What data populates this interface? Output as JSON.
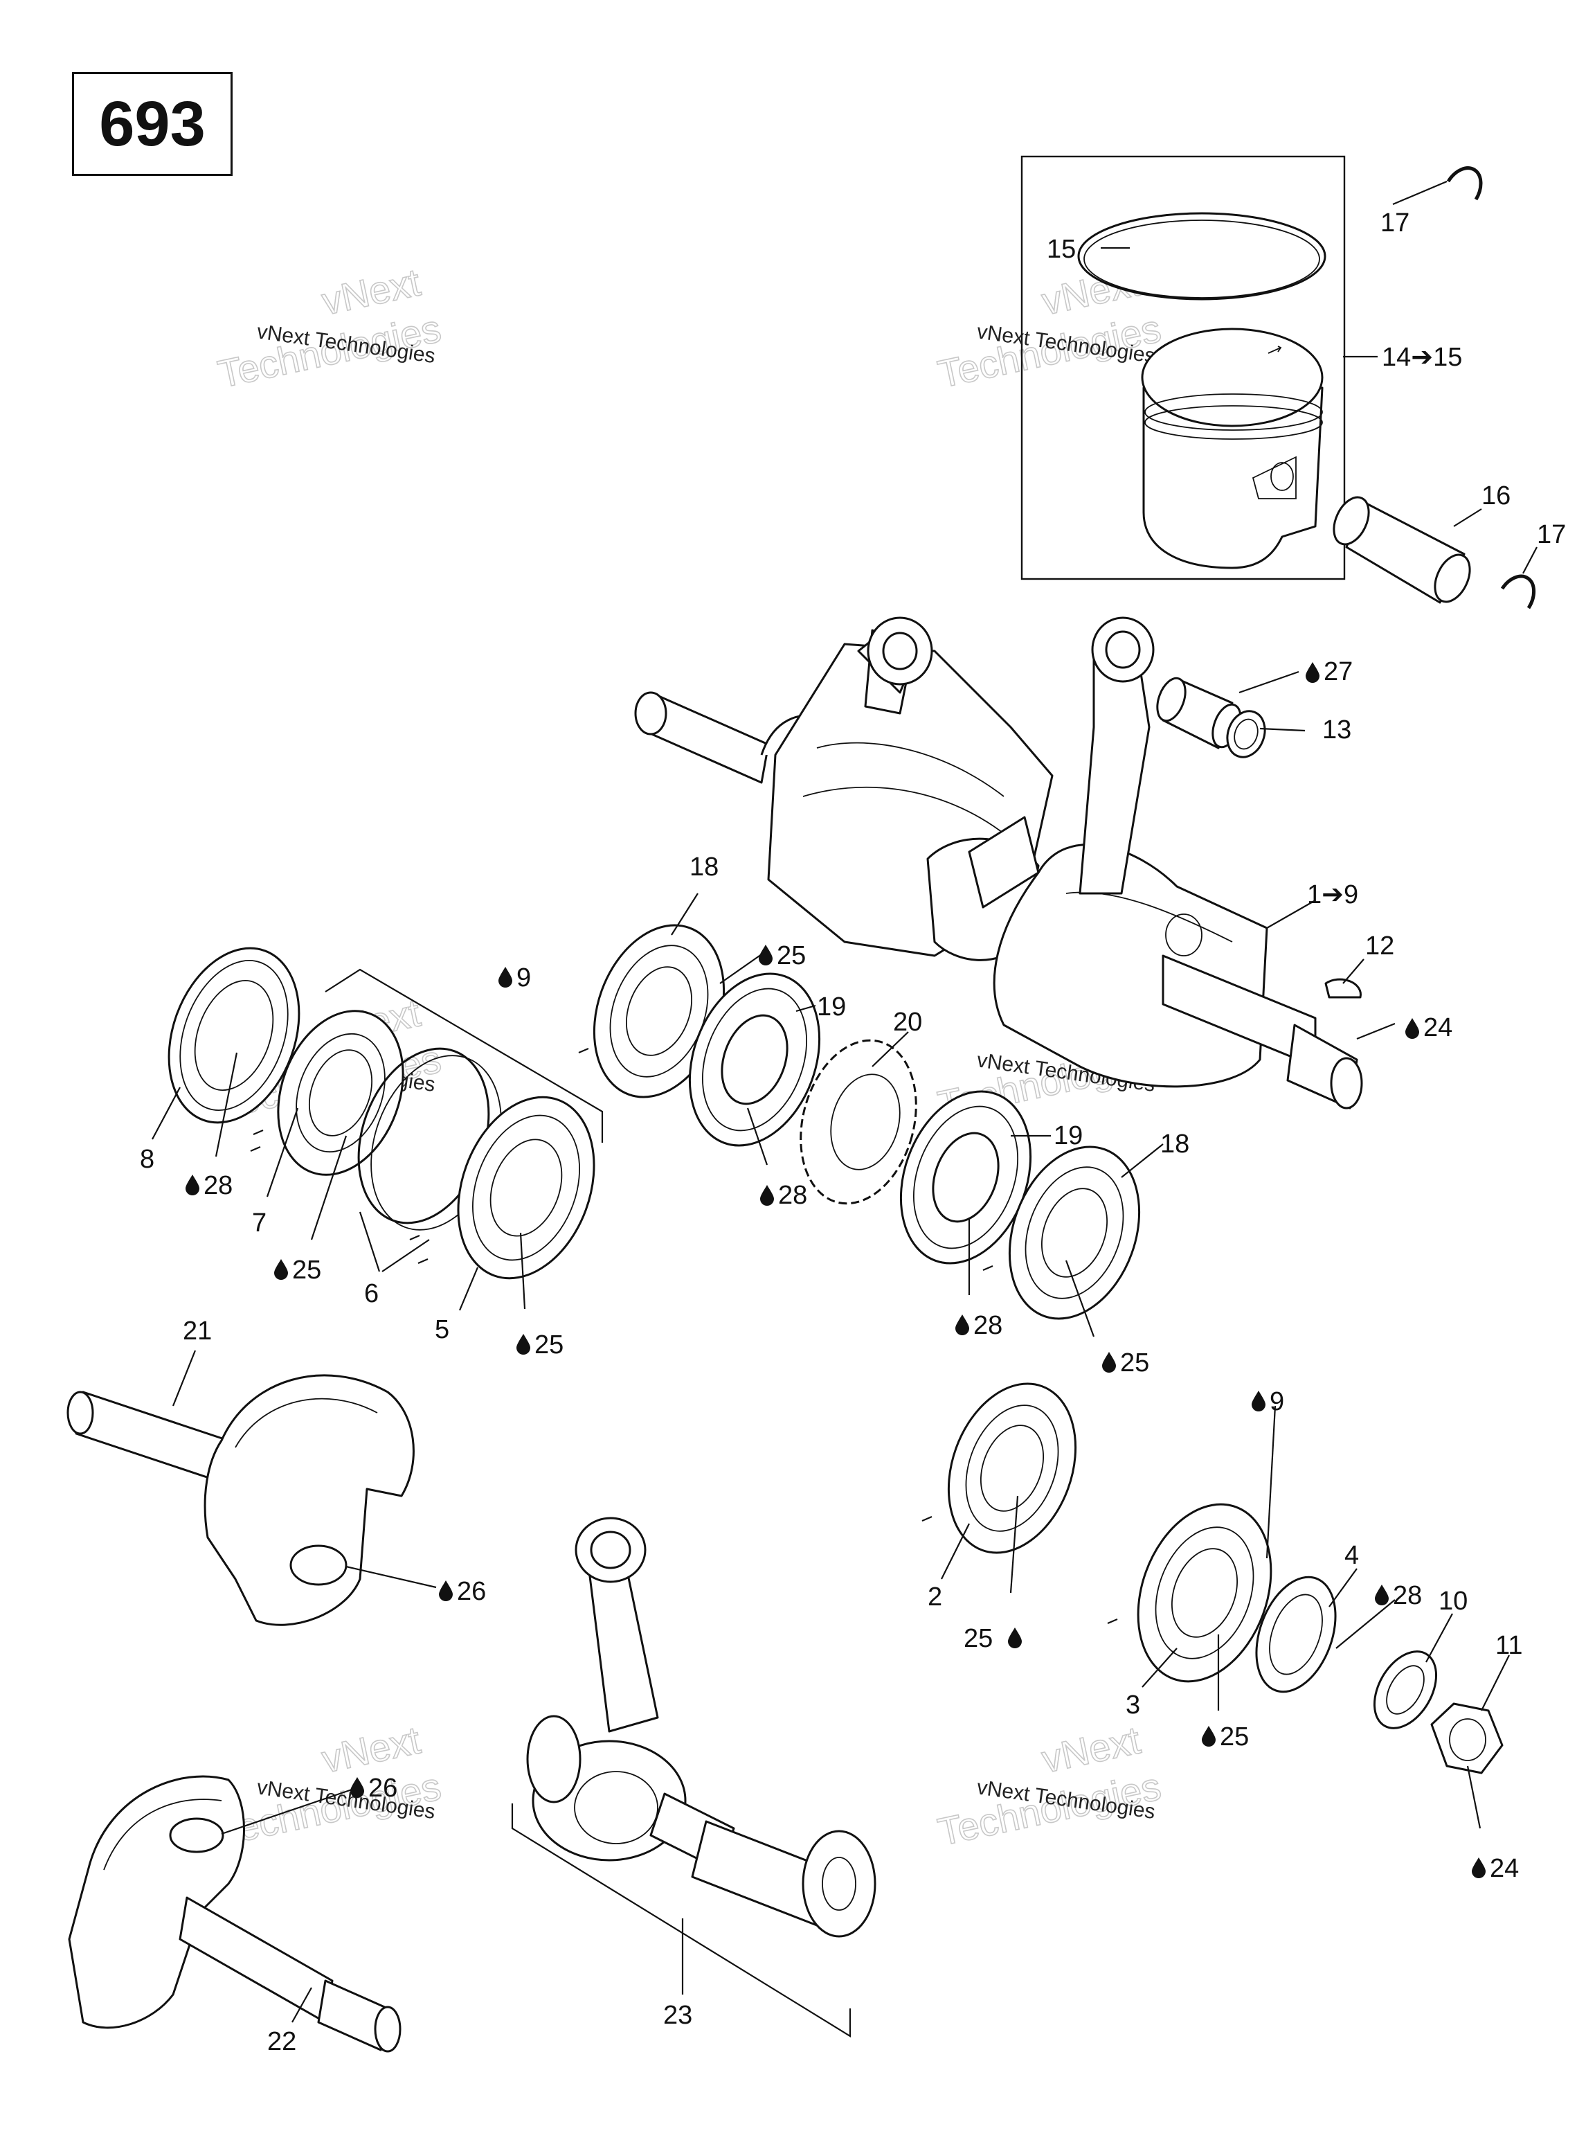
{
  "page_id": "693",
  "watermark": {
    "line1": "vNext Technologies",
    "line2": "vNext",
    "line3": "Technologies"
  },
  "callouts": {
    "c1": "1➔9",
    "c2": "2",
    "c3": "3",
    "c4": "4",
    "c5": "5",
    "c6": "6",
    "c7": "7",
    "c8": "8",
    "c9a": "9",
    "c9b": "9",
    "c10": "10",
    "c11": "11",
    "c12": "12",
    "c13": "13",
    "c14": "14➔15",
    "c15": "15",
    "c16": "16",
    "c17a": "17",
    "c17b": "17",
    "c18a": "18",
    "c18b": "18",
    "c19a": "19",
    "c19b": "19",
    "c20": "20",
    "c21": "21",
    "c22": "22",
    "c23": "23",
    "c24a": "24",
    "c24b": "24",
    "c25a": "25",
    "c25b": "25",
    "c25c": "25",
    "c25d": "25",
    "c25e": "25",
    "c25f": "25",
    "c26a": "26",
    "c26b": "26",
    "c27": "27",
    "c28a": "28",
    "c28b": "28",
    "c28c": "28",
    "c28d": "28"
  }
}
